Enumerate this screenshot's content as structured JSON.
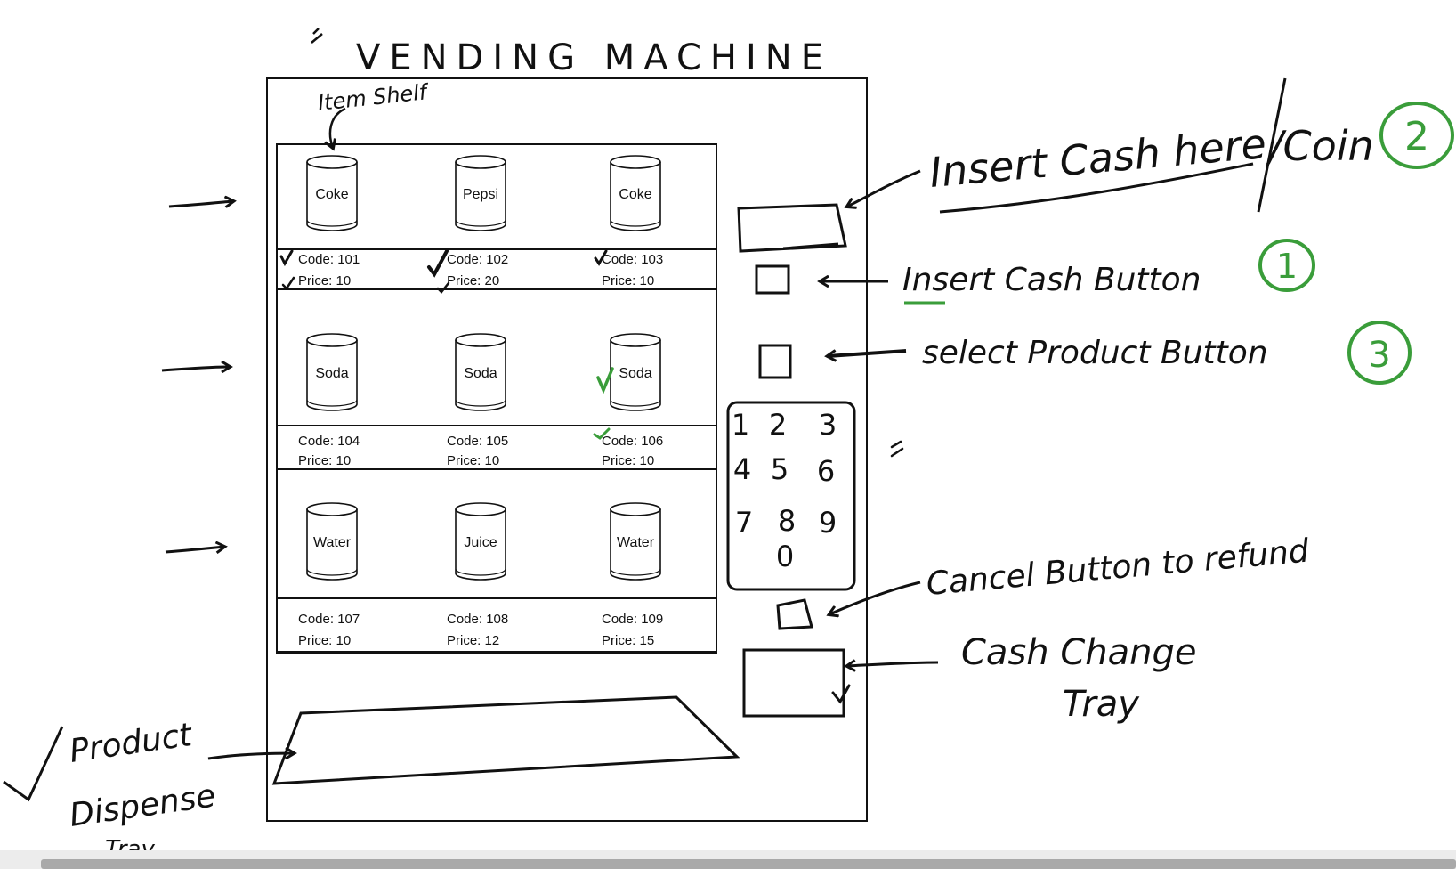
{
  "title": "VENDING MACHINE",
  "shelf_label": "Item Shelf",
  "shelves": [
    {
      "items": [
        {
          "name": "Coke",
          "code": "Code: 101",
          "price": "Price:  10"
        },
        {
          "name": "Pepsi",
          "code": "Code: 102",
          "price": "Price:  20"
        },
        {
          "name": "Coke",
          "code": "Code: 103",
          "price": "Price:  10"
        }
      ]
    },
    {
      "items": [
        {
          "name": "Soda",
          "code": "Code: 104",
          "price": "Price:  10"
        },
        {
          "name": "Soda",
          "code": "Code: 105",
          "price": "Price:  10"
        },
        {
          "name": "Soda",
          "code": "Code: 106",
          "price": "Price:  10"
        }
      ]
    },
    {
      "items": [
        {
          "name": "Water",
          "code": "Code: 107",
          "price": "Price:  10"
        },
        {
          "name": "Juice",
          "code": "Code: 108",
          "price": "Price:  12"
        },
        {
          "name": "Water",
          "code": "Code: 109",
          "price": "Price:  15"
        }
      ]
    }
  ],
  "keypad_keys": [
    "1",
    "2",
    "3",
    "4",
    "5",
    "6",
    "7",
    "8",
    "9",
    "0"
  ],
  "annotations": {
    "insert_cash_here": "Insert Cash here",
    "coin": "/Coin",
    "insert_cash_button": "Insert Cash Button",
    "select_product_button": "select Product Button",
    "cancel_button": "Cancel Button to refund",
    "cash_change_tray_line1": "Cash Change",
    "cash_change_tray_line2": "Tray",
    "dispense_line1": "Product",
    "dispense_line2": "Dispense",
    "dispense_line3": "Tray"
  },
  "step_badges": {
    "insert_cash": "2",
    "insert_cash_button": "1",
    "select_product": "3"
  },
  "colors": {
    "ink": "#111111",
    "green": "#3a9d3a",
    "background": "#ffffff"
  }
}
